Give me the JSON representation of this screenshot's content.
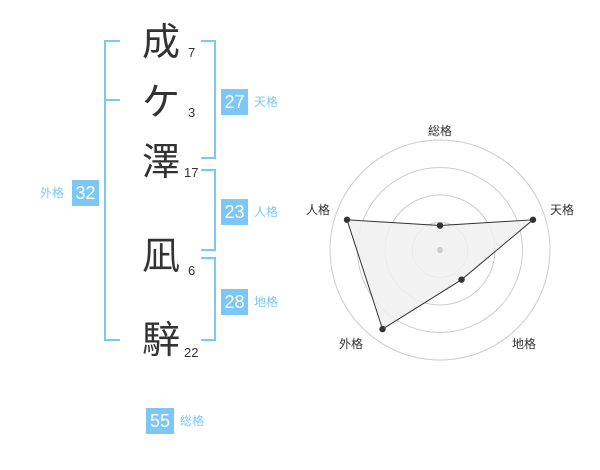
{
  "name": {
    "chars": [
      {
        "char": "成",
        "strokes": "7"
      },
      {
        "char": "ケ",
        "strokes": "3"
      },
      {
        "char": "澤",
        "strokes": "17"
      },
      {
        "char": "凪",
        "strokes": "6"
      },
      {
        "char": "騂",
        "strokes": "22"
      }
    ]
  },
  "fortunes": {
    "tenkaku": {
      "value": "27",
      "label": "天格"
    },
    "jinkaku": {
      "value": "23",
      "label": "人格"
    },
    "chikaku": {
      "value": "28",
      "label": "地格"
    },
    "gaikaku": {
      "value": "32",
      "label": "外格"
    },
    "soukaku": {
      "value": "55",
      "label": "総格"
    }
  },
  "colors": {
    "accent": "#7cc7f6",
    "text": "#333333",
    "grid": "#cccccc"
  },
  "chart_data": {
    "type": "radar",
    "axes": [
      "総格",
      "天格",
      "地格",
      "外格",
      "人格"
    ],
    "rings": 4,
    "values": [
      1,
      4,
      1.5,
      4,
      4
    ],
    "max": 4.5
  }
}
